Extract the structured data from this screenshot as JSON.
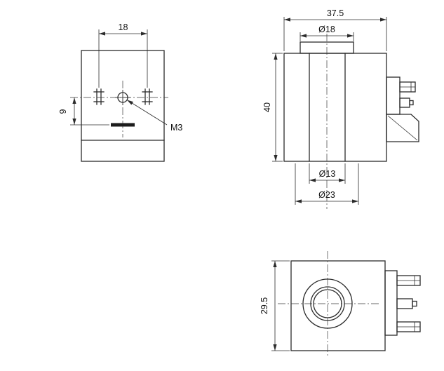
{
  "drawing": {
    "type": "engineering-drawing",
    "subject": "solenoid-coil-dimension-drawing",
    "colors": {
      "line": "#2b2b2b",
      "background": "#ffffff",
      "text": "#111111"
    },
    "views": {
      "front": {
        "dim_pin_spacing": "18",
        "dim_hole_offset": "9",
        "thread_callout": "M3"
      },
      "side": {
        "dim_overall_width": "37.5",
        "dim_flange_diameter": "Ø18",
        "dim_height": "40",
        "dim_bore_diameter": "Ø13",
        "dim_base_diameter": "Ø23"
      },
      "bottom": {
        "dim_depth": "29.5"
      }
    }
  }
}
